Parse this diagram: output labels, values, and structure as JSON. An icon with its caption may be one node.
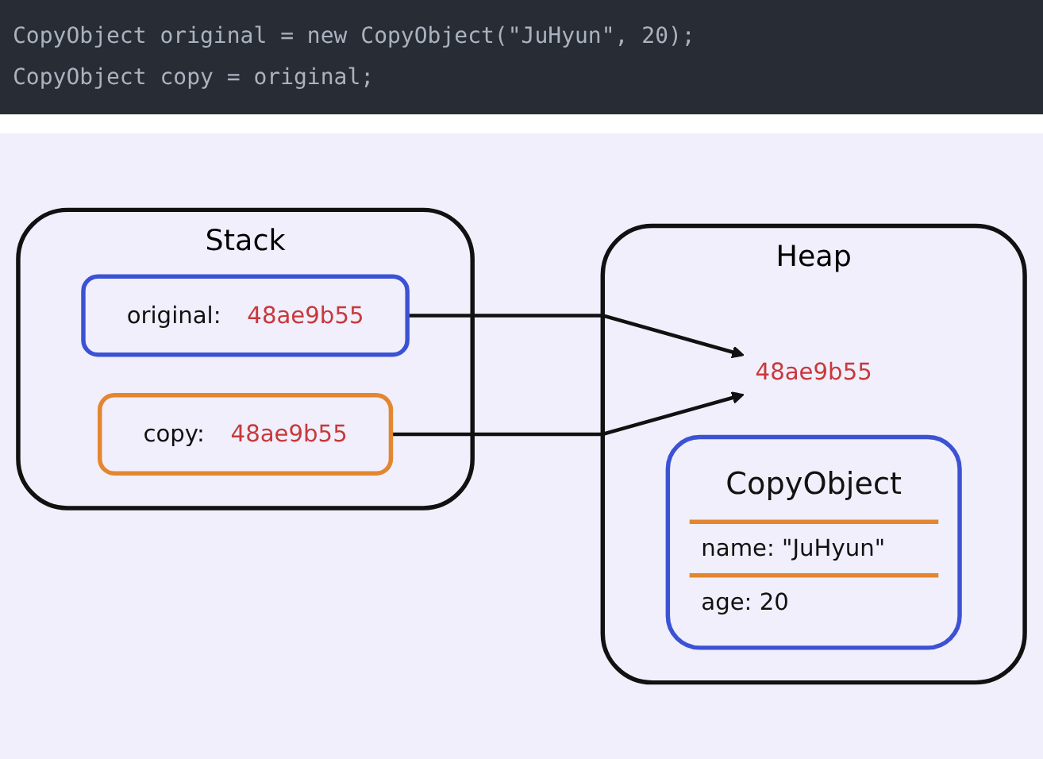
{
  "diagram": {
    "nodes": [
      {
        "text": [
          "Stack"
        ]
      },
      {
        "text": [
          "original:",
          "48ae9b55"
        ],
        "in": 0
      },
      {
        "text": [
          "copy:",
          "48ae9b55"
        ],
        "in": 0
      },
      {
        "text": [
          "Heap"
        ]
      },
      {
        "text": [
          "48ae9b55"
        ],
        "in": 3
      },
      {
        "text": [
          "CopyObject",
          "name: \"JuHyun\"",
          "age: 20"
        ],
        "in": 3
      }
    ],
    "edges": [
      {
        "from": 1,
        "to": 4,
        "arrow": "to"
      },
      {
        "from": 2,
        "to": 4,
        "arrow": "to"
      }
    ],
    "labels": [
      "CopyObject original = new CopyObject(\"JuHyun\", 20);",
      "CopyObject copy = original;"
    ]
  }
}
